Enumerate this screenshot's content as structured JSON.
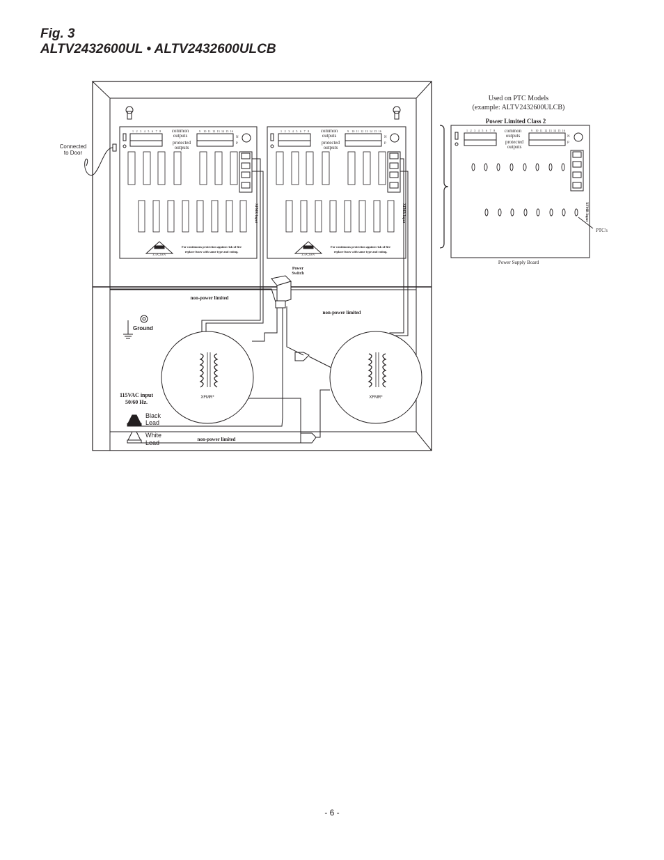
{
  "figure": {
    "number": "Fig. 3",
    "models": "ALTV2432600UL • ALTV2432600ULCB"
  },
  "labels": {
    "connected_to_door": [
      "Connected",
      "to Door"
    ],
    "common_outputs": [
      "common",
      "outputs"
    ],
    "protected_outputs": [
      "protected",
      "outputs"
    ],
    "neg": "N",
    "pos": "P",
    "xfmr_input": "XFMR Input",
    "fuse_rating": "3.5A 250V",
    "fuse_warning": [
      "For continuous protection against risk of fire",
      "replace fuses with same type and rating."
    ],
    "power_switch": [
      "Power",
      "Switch"
    ],
    "non_power_limited": "non-power limited",
    "ground": "Ground",
    "xfmr": "XFMR*",
    "ac_input": [
      "115VAC input",
      "50/60 Hz."
    ],
    "black_lead": [
      "Black",
      "Lead"
    ],
    "white_lead": [
      "White",
      "Lead"
    ],
    "ptc_models": [
      "Used on PTC Models",
      "(example: ALTV2432600ULCB)"
    ],
    "power_limited": "Power Limited Class 2",
    "ptcs": "PTC's",
    "power_supply_board": "Power Supply Board",
    "output_numbers_left": [
      "1",
      "2",
      "3",
      "4",
      "5",
      "6",
      "7",
      "8"
    ],
    "output_numbers_right": [
      "9",
      "10",
      "11",
      "12",
      "13",
      "14",
      "15",
      "16"
    ]
  },
  "page_number": "- 6 -"
}
